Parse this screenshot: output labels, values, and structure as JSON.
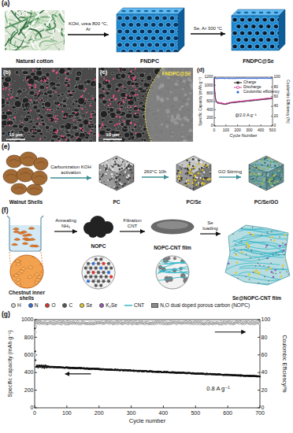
{
  "diagram": {
    "nodes": [
      {
        "text": [
          "Natural cotton"
        ]
      },
      {
        "text": [
          "FNDPC"
        ]
      },
      {
        "text": [
          "FNDPC@Se"
        ]
      },
      {
        "text": [
          "Walnut Shells"
        ]
      },
      {
        "text": [
          "PC"
        ]
      },
      {
        "text": [
          "PC/Se"
        ]
      },
      {
        "text": [
          "PC/Se/GO"
        ]
      },
      {
        "text": [
          "Chestnut inner shells"
        ]
      },
      {
        "text": [
          "NOPC"
        ]
      },
      {
        "text": [
          "NOPC-CNT film"
        ]
      },
      {
        "text": [
          "Se@NOPC-CNT film"
        ]
      }
    ],
    "edges": [
      {
        "from": 0,
        "to": 1,
        "arrow": "to",
        "label": "KOH, urea 800 °C, Ar"
      },
      {
        "from": 1,
        "to": 2,
        "arrow": "to",
        "label": "Se, Ar 300 °C"
      },
      {
        "from": 3,
        "to": 4,
        "arrow": "to",
        "label": "Carbonization KOH activation"
      },
      {
        "from": 4,
        "to": 5,
        "arrow": "to",
        "label": "260°C 10h"
      },
      {
        "from": 5,
        "to": 6,
        "arrow": "to",
        "label": "GO Stirring"
      },
      {
        "from": 7,
        "to": 8,
        "arrow": "to",
        "label": "Annealing NH₃"
      },
      {
        "from": 8,
        "to": 9,
        "arrow": "to",
        "label": "Filtration CNT"
      },
      {
        "from": 9,
        "to": 10,
        "arrow": "to",
        "label": "Se loading"
      }
    ],
    "labels": [
      "(a)",
      "(b)",
      "10 μm",
      "(c)",
      "FNDPC@Se",
      "10 μm",
      "(d)",
      "0",
      "200",
      "400",
      "600",
      "800",
      "1000",
      "1200",
      "0",
      "100",
      "200",
      "300",
      "400",
      "500",
      "0",
      "20",
      "40",
      "60",
      "80",
      "100",
      "Specific Capacity (mAh g⁻¹)",
      "Cycle Number",
      "Coulombic Efficiency (%)",
      "@2.0 A g⁻¹",
      "(e)",
      "(f)",
      "(g)",
      "0",
      "200",
      "400",
      "600",
      "800",
      "1000",
      "0",
      "100",
      "200",
      "300",
      "400",
      "500",
      "600",
      "700",
      "0",
      "20",
      "40",
      "60",
      "80",
      "100",
      "Specific capacity (mAh g⁻¹)",
      "Cycle number",
      "Coulombic Efficiency/%",
      "0.8 A g⁻¹"
    ],
    "legend": [
      {
        "text": "Charge"
      },
      {
        "text": "Discharge"
      },
      {
        "text": "Coulombic efficiency"
      },
      {
        "text": "H",
        "color": "#d9d9d9"
      },
      {
        "text": "N",
        "color": "#2f6fd6"
      },
      {
        "text": "O",
        "color": "#e0312c"
      },
      {
        "text": "C",
        "color": "#555555"
      },
      {
        "text": "Se",
        "color": "#e8c92a"
      },
      {
        "text": "K₂Se",
        "color": "#8e5bb5"
      },
      {
        "text": "CNT"
      },
      {
        "text": "N,O dual doped porous carbon (NOPC)",
        "color": "#8a8a8a"
      }
    ]
  }
}
